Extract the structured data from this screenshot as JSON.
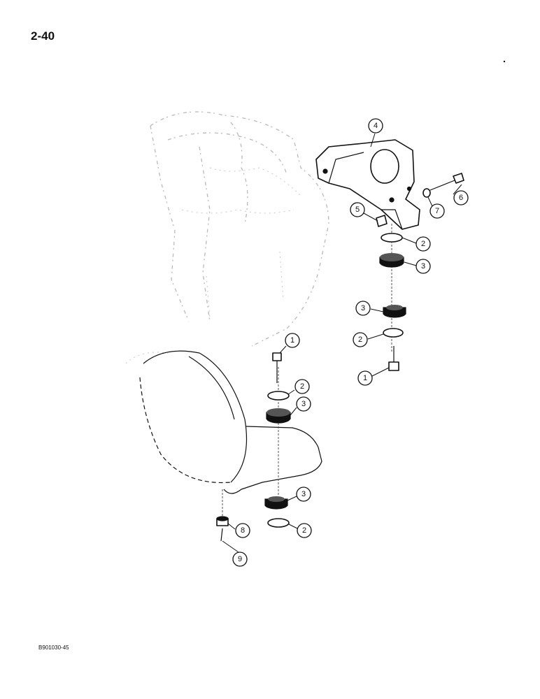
{
  "header": {
    "page_number": "2-40"
  },
  "footer": {
    "reference_code": "B901030-45"
  },
  "callouts": [
    {
      "id": "c4",
      "label": "4"
    },
    {
      "id": "c6",
      "label": "6"
    },
    {
      "id": "c7",
      "label": "7"
    },
    {
      "id": "c5",
      "label": "5"
    },
    {
      "id": "c2a",
      "label": "2"
    },
    {
      "id": "c3a",
      "label": "3"
    },
    {
      "id": "c3b",
      "label": "3"
    },
    {
      "id": "c2b",
      "label": "2"
    },
    {
      "id": "c1a",
      "label": "1"
    },
    {
      "id": "c1b",
      "label": "1"
    },
    {
      "id": "c2c",
      "label": "2"
    },
    {
      "id": "c3c",
      "label": "3"
    },
    {
      "id": "c3d",
      "label": "3"
    },
    {
      "id": "c2d",
      "label": "2"
    },
    {
      "id": "c8",
      "label": "8"
    },
    {
      "id": "c9",
      "label": "9"
    }
  ]
}
